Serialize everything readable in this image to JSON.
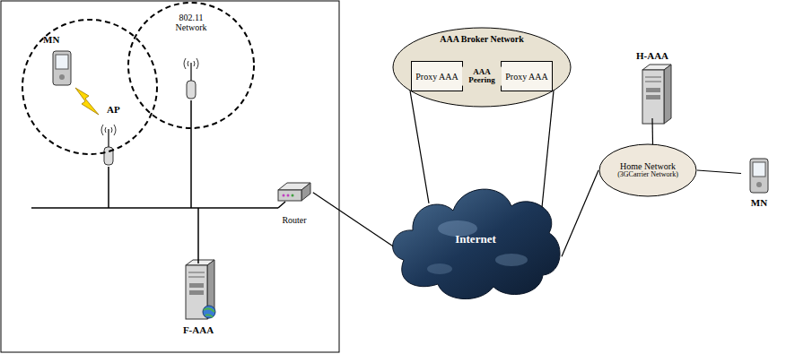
{
  "diagram": {
    "nodes": [
      {
        "text": [
          "MN"
        ]
      },
      {
        "text": [
          "802.11 Network"
        ]
      },
      {
        "text": [
          "AP"
        ]
      },
      {
        "text": [
          "Router"
        ]
      },
      {
        "text": [
          "F-AAA"
        ]
      },
      {
        "text": [
          "AAA Broker Network"
        ]
      },
      {
        "text": [
          "Proxy AAA"
        ],
        "in": 5
      },
      {
        "text": [
          "Proxy AAA"
        ],
        "in": 5
      },
      {
        "text": [
          "Internet"
        ]
      },
      {
        "text": [
          "H-AAA"
        ]
      },
      {
        "text": [
          "Home Network",
          "(3GCarrier Network)"
        ]
      },
      {
        "text": [
          "MN"
        ]
      }
    ],
    "edges": [
      {
        "from": 6,
        "to": 7,
        "label": "AAA Peering",
        "arrow": "both"
      },
      {
        "from": 3,
        "to": 8,
        "arrow": "none"
      },
      {
        "from": 8,
        "to": 5,
        "arrow": "none"
      },
      {
        "from": 8,
        "to": 5,
        "arrow": "none"
      },
      {
        "from": 8,
        "to": 10,
        "arrow": "none"
      },
      {
        "from": 10,
        "to": 9,
        "arrow": "none"
      },
      {
        "from": 10,
        "to": 11,
        "arrow": "none"
      }
    ]
  }
}
